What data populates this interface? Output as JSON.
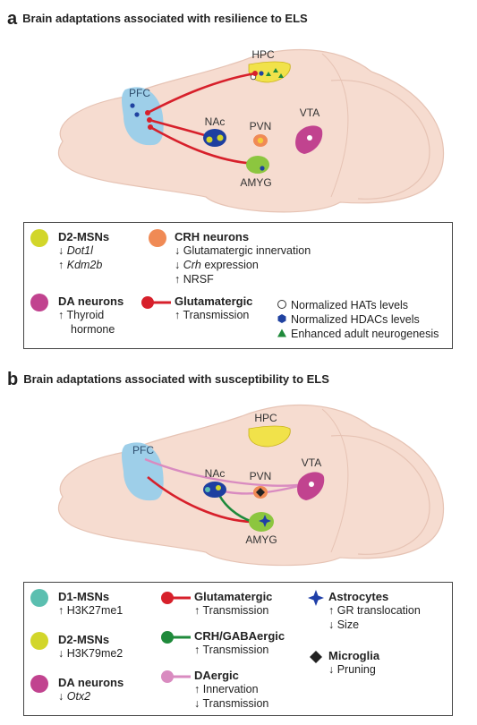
{
  "panel_a": {
    "letter": "a",
    "title": "Brain adaptations associated with resilience to ELS",
    "regions": {
      "hpc": "HPC",
      "pfc": "PFC",
      "nac": "NAc",
      "pvn": "PVN",
      "vta": "VTA",
      "amyg": "AMYG"
    },
    "legend": {
      "d2": {
        "title": "D2-MSNs",
        "l1a": "↓ ",
        "l1b": "Dot1l",
        "l2a": "↑ ",
        "l2b": "Kdm2b"
      },
      "crh": {
        "title": "CRH neurons",
        "l1": "↓ Glutamatergic innervation",
        "l2a": "↓ ",
        "l2b": "Crh",
        "l2c": " expression",
        "l3": "↑ NRSF"
      },
      "da": {
        "title": "DA neurons",
        "l1": "↑ Thyroid",
        "l2": "hormone"
      },
      "glu": {
        "title": "Glutamatergic",
        "l1": "↑ Transmission"
      },
      "marks": {
        "hat": "Normalized HATs levels",
        "hdac": "Normalized HDACs levels",
        "neuro": "Enhanced adult neurogenesis"
      }
    }
  },
  "panel_b": {
    "letter": "b",
    "title": "Brain adaptations associated with susceptibility to ELS",
    "regions": {
      "hpc": "HPC",
      "pfc": "PFC",
      "nac": "NAc",
      "pvn": "PVN",
      "vta": "VTA",
      "amyg": "AMYG"
    },
    "legend": {
      "d1": {
        "title": "D1-MSNs",
        "l1": "↑ H3K27me1"
      },
      "d2": {
        "title": "D2-MSNs",
        "l1": "↓ H3K79me2"
      },
      "da": {
        "title": "DA neurons",
        "l1a": "↓ ",
        "l1b": "Otx2"
      },
      "glu": {
        "title": "Glutamatergic",
        "l1": "↑ Transmission"
      },
      "crhgaba": {
        "title": "CRH/GABAergic",
        "l1": "↑ Transmission"
      },
      "daergic": {
        "title": "DAergic",
        "l1": "↑ Innervation",
        "l2": "↓ Transmission"
      },
      "astro": {
        "title": "Astrocytes",
        "l1": "↑ GR translocation",
        "l2": "↓ Size"
      },
      "micro": {
        "title": "Microglia",
        "l1": "↓ Pruning"
      }
    }
  },
  "colors": {
    "brain": "#f6dcd0",
    "brain_edge": "#e6c3b4",
    "pfc": "#9ecfe9",
    "d1": "#5bbfb0",
    "d2": "#d2d62a",
    "crh": "#f08a55",
    "da": "#c1438f",
    "glu": "#d7202b",
    "crhgaba": "#1f8a3b",
    "daergic": "#d98bc0",
    "hdac": "#2042a0",
    "neuro": "#1f8a3b",
    "astro": "#1f3fa8",
    "micro": "#222222",
    "hpc": "#f1e24a",
    "nac": "#1e3fa0",
    "amyg": "#8cc63f"
  }
}
